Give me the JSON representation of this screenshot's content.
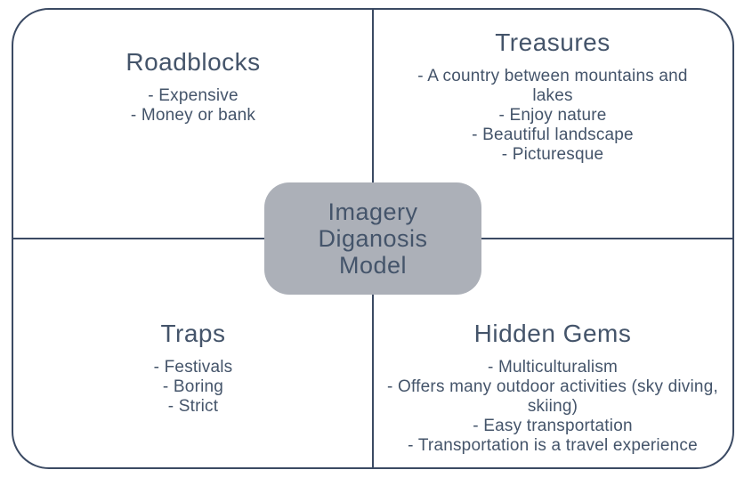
{
  "model": {
    "center_label_lines": [
      "Imagery",
      "Diganosis",
      "Model"
    ],
    "center_label": "Imagery Diganosis Model"
  },
  "quadrants": {
    "top_left": {
      "title": "Roadblocks",
      "items": [
        "- Expensive",
        "- Money or bank"
      ]
    },
    "top_right": {
      "title": "Treasures",
      "items": [
        "- A country between mountains and lakes",
        "- Enjoy nature",
        "- Beautiful landscape",
        "- Picturesque"
      ]
    },
    "bottom_left": {
      "title": "Traps",
      "items": [
        "- Festivals",
        "- Boring",
        "- Strict"
      ]
    },
    "bottom_right": {
      "title": "Hidden Gems",
      "items": [
        "- Multiculturalism",
        "- Offers many outdoor activities (sky diving, skiing)",
        "- Easy transportation",
        "- Transportation is a travel experience"
      ]
    }
  },
  "colors": {
    "line_color": "#3b4a63",
    "text_color": "#44546a",
    "box_fill": "#acb0b8",
    "bg": "#ffffff"
  }
}
